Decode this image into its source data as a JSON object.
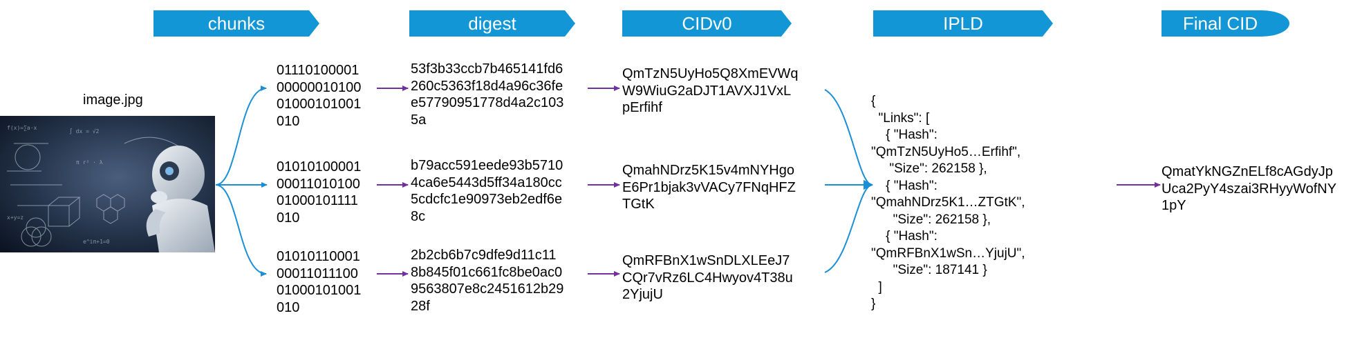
{
  "headers": {
    "chunks": "chunks",
    "digest": "digest",
    "cidv0": "CIDv0",
    "ipld": "IPLD",
    "final_cid": "Final CID"
  },
  "colors": {
    "header_bg": "#1296d6",
    "flow_blue": "#1a8fd6",
    "flow_purple": "#7030a0"
  },
  "file": {
    "name": "image.jpg"
  },
  "chunks": [
    "01110100001\n00000010100\n01000101001\n010",
    "01010100001\n00011010100\n01000101111\n010",
    "01010110001\n00011011100\n01000101001\n010"
  ],
  "digests": [
    "53f3b33ccb7b465141fd6\n260c5363f18d4a96c36fe\ne57790951778d4a2c103\n5a",
    "b79acc591eede93b5710\n4ca6e5443d5ff34a180cc\n5cdcfc1e90973eb2edf6e\n8c",
    "2b2cb6b7c9dfe9d11c11\n8b845f01c661fc8be0ac0\n9563807e8c2451612b29\n28f"
  ],
  "cids": [
    "QmTzN5UyHo5Q8XmEVWq\nW9WiuG2aDJT1AVXJ1VxL\npErfihf",
    "QmahNDrz5K15v4mNYHgo\nE6Pr1bjak3vVACy7FNqHFZ\nTGtK",
    "QmRFBnX1wSnDLXLEeJ7\nCQr7vRz6LC4Hwyov4T38u\n2YjujU"
  ],
  "ipld_text": "{\n  \"Links\": [\n    { \"Hash\":\n\"QmTzN5UyHo5…Erfihf\",\n     \"Size\": 262158 },\n    { \"Hash\":\n\"QmahNDrz5K1…ZTGtK\",\n      \"Size\": 262158 },\n    { \"Hash\":\n\"QmRFBnX1wSn…YjujU\",\n      \"Size\": 187141 }\n  ]\n}",
  "final_cid": "QmatYkNGZnELf8cAGdyJp\nUca2PyY4szai3RHyyWofNY\n1pY"
}
